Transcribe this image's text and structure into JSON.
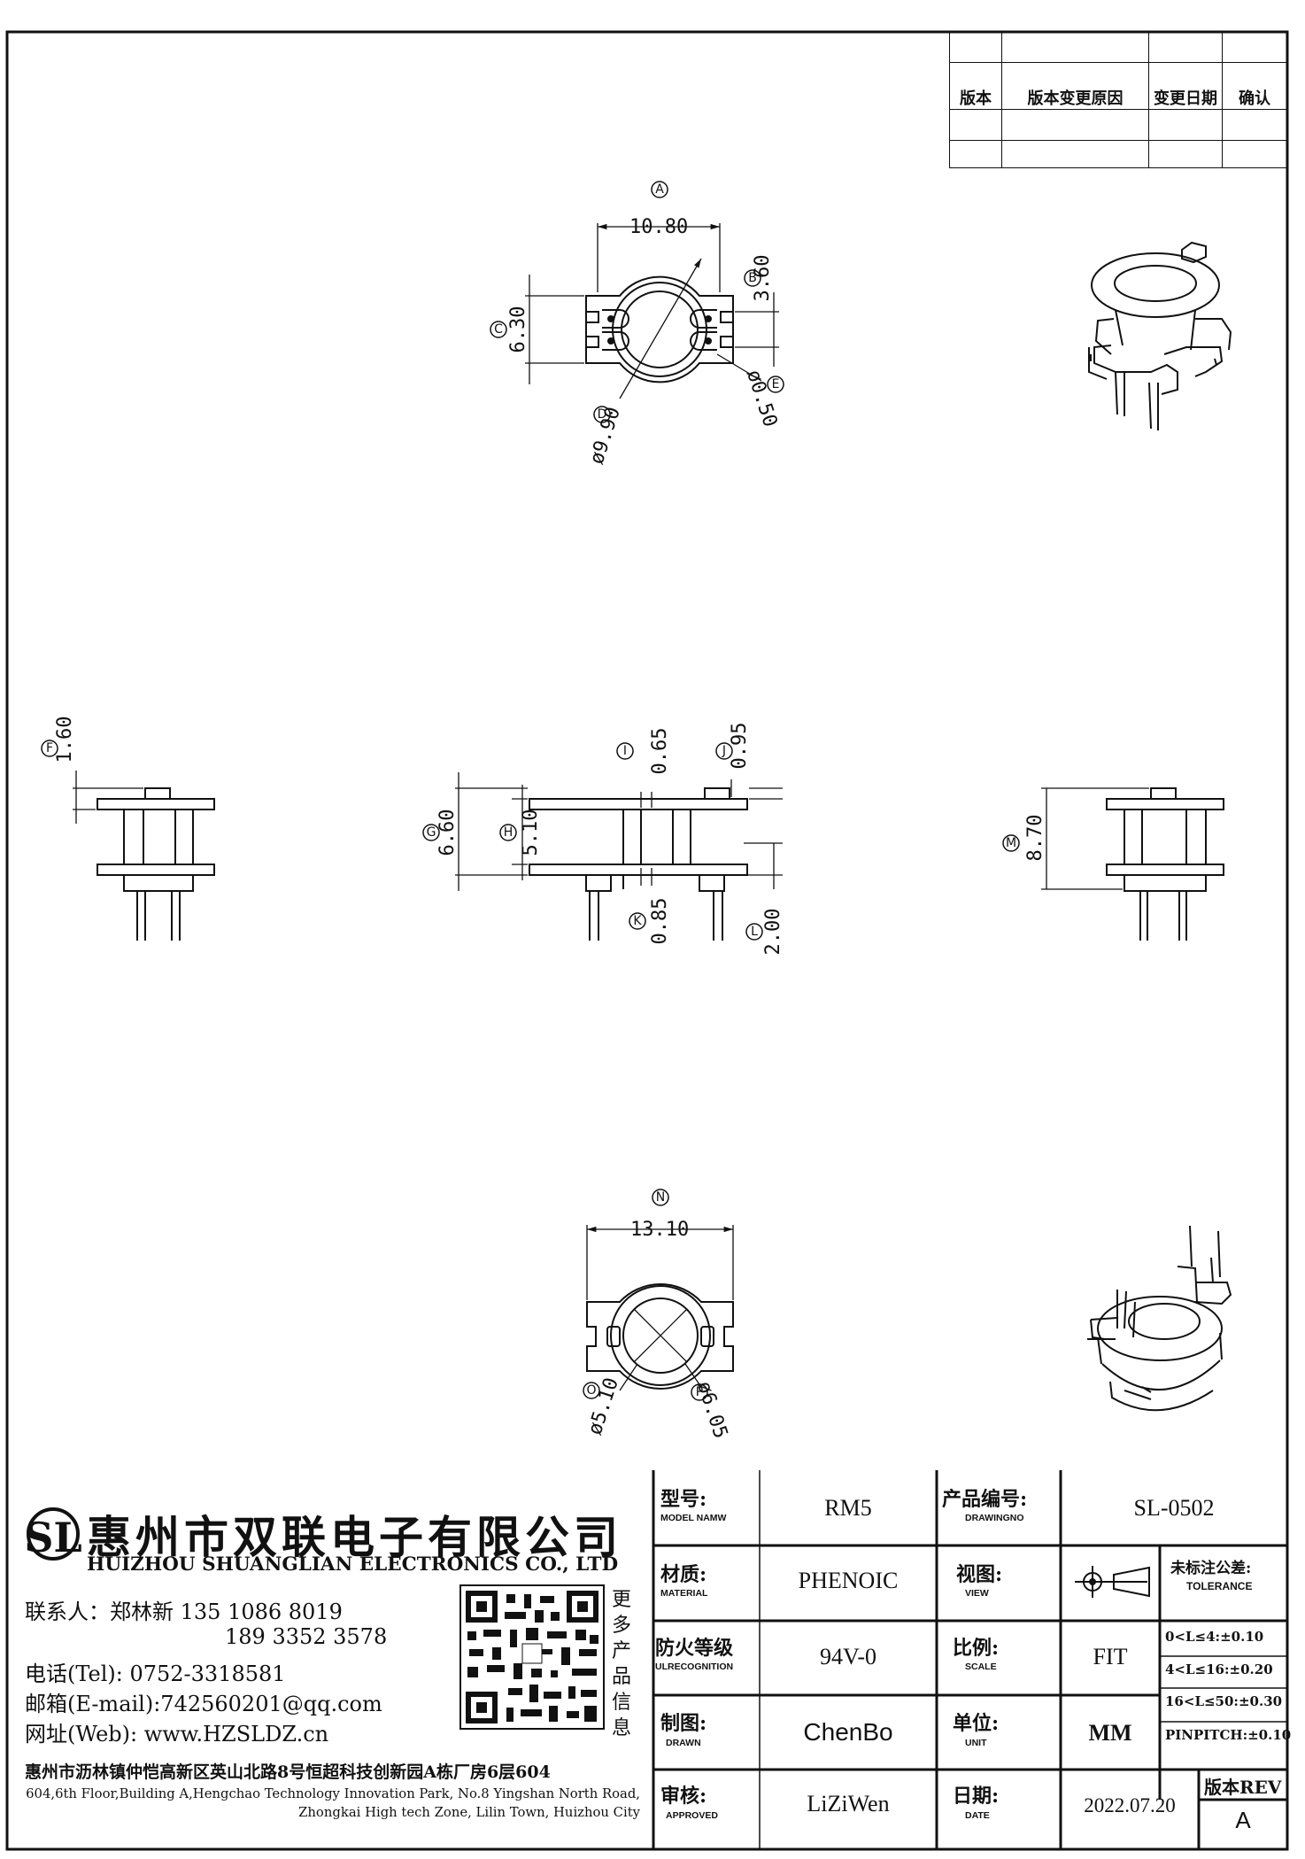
{
  "revision_table": {
    "headers": [
      "版本",
      "版本变更原因",
      "变更日期",
      "确认"
    ]
  },
  "dimensions": {
    "top_view": {
      "A": {
        "label": "A",
        "value": "10.80"
      },
      "B": {
        "label": "B",
        "value": "3.60"
      },
      "C": {
        "label": "C",
        "value": "6.30"
      },
      "D": {
        "label": "D",
        "value": "ø9.90"
      },
      "E": {
        "label": "E",
        "value": "ø0.50"
      }
    },
    "left_view": {
      "F": {
        "label": "F",
        "value": "1.60"
      }
    },
    "front_view": {
      "G": {
        "label": "G",
        "value": "6.60"
      },
      "H": {
        "label": "H",
        "value": "5.10"
      },
      "I": {
        "label": "I",
        "value": "0.65"
      },
      "J": {
        "label": "J",
        "value": "0.95"
      },
      "K": {
        "label": "K",
        "value": "0.85"
      },
      "L": {
        "label": "L",
        "value": "2.00"
      }
    },
    "right_view": {
      "M": {
        "label": "M",
        "value": "8.70"
      }
    },
    "bottom_view": {
      "N": {
        "label": "N",
        "value": "13.10"
      },
      "O": {
        "label": "O",
        "value": "ø5.10"
      },
      "P": {
        "label": "P",
        "value": "ø6.05"
      }
    }
  },
  "company": {
    "logo_text": "SL",
    "name_cn": "惠州市双联电子有限公司",
    "name_en": "HUIZHOU SHUANGLIAN ELECTRONICS CO., LTD",
    "contact_person": "联系人：郑林新 135 1086 8019",
    "contact_phone2": "189 3352 3578",
    "tel": "电话(Tel): 0752-3318581",
    "email": "邮箱(E-mail):742560201@qq.com",
    "web": "网址(Web): www.HZSLDZ.cn",
    "more_info": [
      "更",
      "多",
      "产",
      "品",
      "信",
      "息"
    ],
    "address_cn": "惠州市沥林镇仲恺高新区英山北路8号恒超科技创新园A栋厂房6层604",
    "address_en": "604,6th Floor,Building A,Hengchao Technology Innovation Park, No.8 Yingshan North Road, Zhongkai High tech Zone, Lilin Town, Huizhou City"
  },
  "title_block": {
    "model_label": "型号:",
    "model_sub": "MODEL NAMW",
    "model_value": "RM5",
    "drawing_label": "产品编号:",
    "drawing_sub": "DRAWINGNO",
    "drawing_value": "SL-0502",
    "material_label": "材质:",
    "material_sub": "MATERIAL",
    "material_value": "PHENOIC",
    "view_label": "视图:",
    "view_sub": "VIEW",
    "tolerance_label": "未标注公差:",
    "tolerance_sub": "TOLERANCE",
    "fire_label": "防火等级",
    "fire_sub": "ULRECOGNITION",
    "fire_value": "94V-0",
    "scale_label": "比例:",
    "scale_sub": "SCALE",
    "scale_value": "FIT",
    "drawn_label": "制图:",
    "drawn_sub": "DRAWN",
    "drawn_value": "ChenBo",
    "unit_label": "单位:",
    "unit_sub": "UNIT",
    "unit_value": "MM",
    "approved_label": "审核:",
    "approved_sub": "APPROVED",
    "approved_value": "LiZiWen",
    "date_label": "日期:",
    "date_sub": "DATE",
    "date_value": "2022.07.20",
    "rev_label": "版本REV",
    "rev_value": "A",
    "tolerances": [
      "0<L≤4:±0.10",
      "4<L≤16:±0.20",
      "16<L≤50:±0.30",
      "PINPITCH:±0.10"
    ]
  }
}
